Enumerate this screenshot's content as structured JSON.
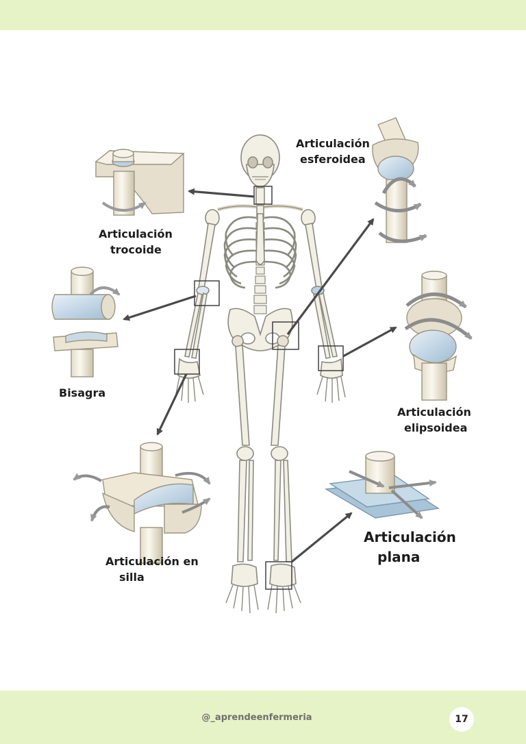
{
  "labels": {
    "esferoidea": [
      "Articulación",
      "esferoidea"
    ],
    "trocoide": [
      "Articulación",
      "trocoide"
    ],
    "bisagra": [
      "Bisagra"
    ],
    "elipsoidea": [
      "Articulación",
      "elipsoidea"
    ],
    "silla": [
      "Articulación en",
      "silla"
    ],
    "plana": [
      "Articulación",
      "plana"
    ]
  },
  "footer": {
    "handle": "@_aprendeenfermeria",
    "page_number": "17"
  },
  "colors": {
    "band": "#e6f3c6",
    "bone": "#f2efe4",
    "bone_stroke": "#8a8a80",
    "joint_gray": "#cfc8b4",
    "joint_blue": "#b9d3e6",
    "arrow": "#4a4a4a"
  }
}
